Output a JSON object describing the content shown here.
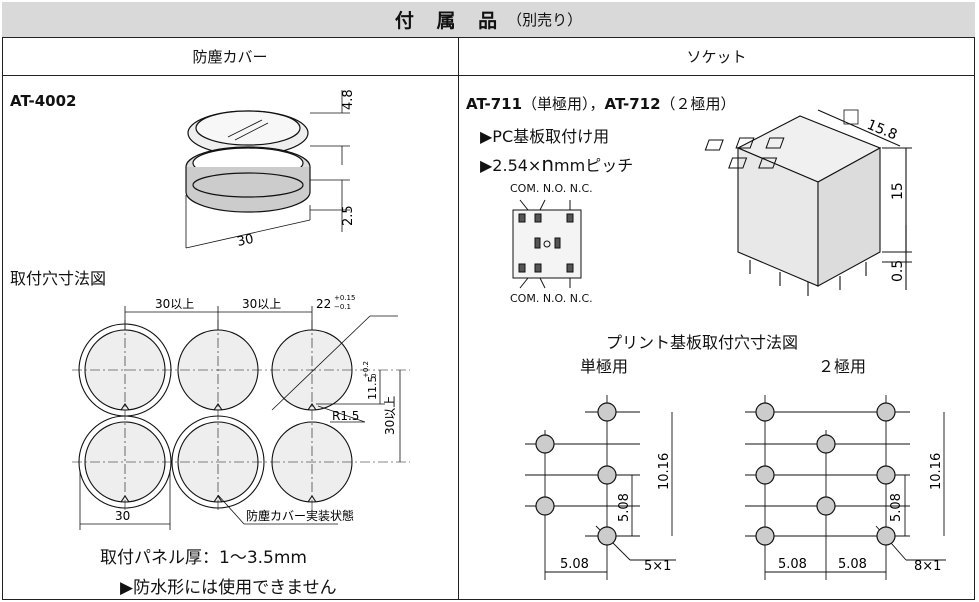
{
  "header": {
    "title": "付 属 品",
    "subtitle": "（別売り）"
  },
  "left": {
    "column_title": "防塵カバー",
    "model": "AT-4002",
    "dim_height": "4.8",
    "dim_base": "2.5",
    "dim_width": "30",
    "mount_title": "取付穴寸法図",
    "pitch_a": "30以上",
    "pitch_b": "30以上",
    "diameter": "22",
    "diameter_tol_upper": "+0.15",
    "diameter_tol_lower": "−0.1",
    "notch_offset": "11.5",
    "notch_tol_upper": "+0.2",
    "notch_tol_lower": "0",
    "vert_pitch": "30以上",
    "radius": "R1.5",
    "bottom_width": "30",
    "installed_label": "防塵カバー実装状態",
    "panel_thickness": "取付パネル厚：1〜3.5mm",
    "waterproof_note": "▶防水形には使用できません"
  },
  "right": {
    "column_title": "ソケット",
    "model_a": "AT-711",
    "model_a_desc": "（単極用），",
    "model_b": "AT-712",
    "model_b_desc": "（２極用）",
    "feature_1": "▶PC基板取付け用",
    "feature_2_prefix": "▶2.54×",
    "feature_2_n": "n",
    "feature_2_suffix": "mmピッチ",
    "com_no_nc_top": "COM. N.O. N.C.",
    "com_no_nc_bottom": "COM. N.O. N.C.",
    "socket_size": "15.8",
    "socket_height": "15",
    "socket_pin": "0.5",
    "pcb_title": "プリント基板取付穴寸法図",
    "single_label": "単極用",
    "double_label": "２極用",
    "s_pitch_v": "5.08",
    "s_pitch_total": "10.16",
    "s_pitch_h": "5.08",
    "s_holes": "5×1",
    "d_pitch_v": "5.08",
    "d_pitch_total": "10.16",
    "d_pitch_h1": "5.08",
    "d_pitch_h2": "5.08",
    "d_holes": "8×1"
  }
}
